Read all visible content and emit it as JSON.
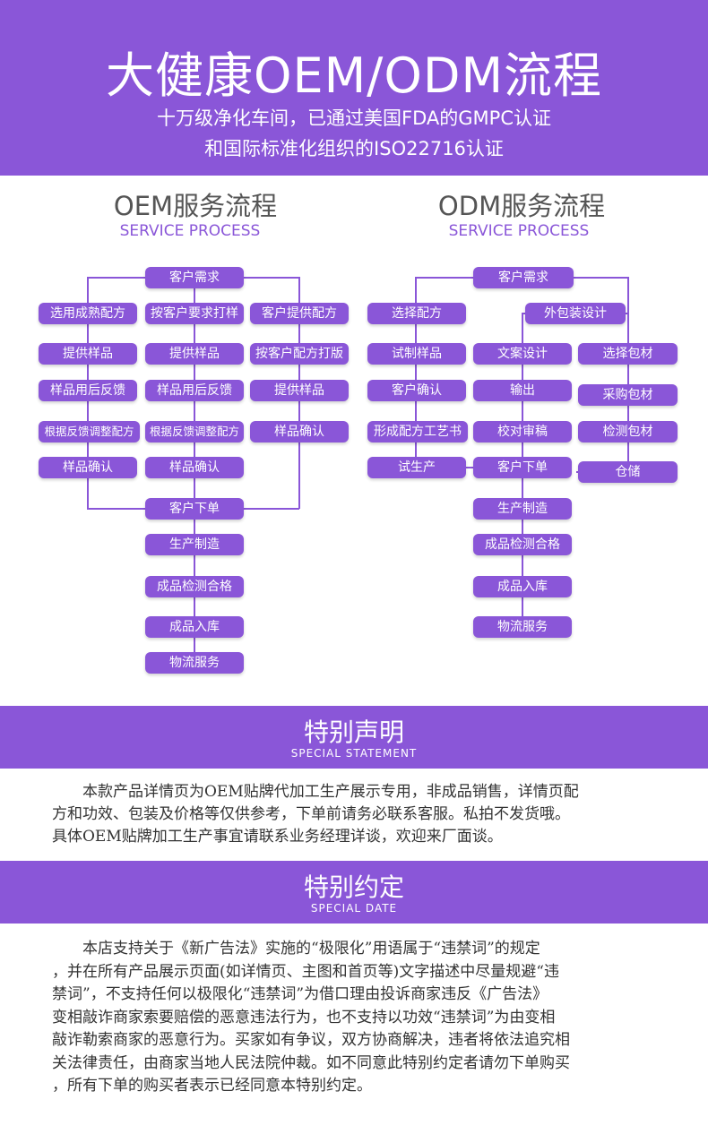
{
  "header": {
    "title": "大健康OEM/ODM流程",
    "subtitle_line1": "十万级净化车间，已通过美国FDA的GMPC认证",
    "subtitle_line2": "和国际标准化组织的ISO22716认证"
  },
  "oem": {
    "title": "OEM服务流程",
    "subtitle": "SERVICE PROCESS",
    "top": "客户需求",
    "col1": [
      "选用成熟配方",
      "提供样品",
      "样品用后反馈",
      "根据反馈调整配方",
      "样品确认"
    ],
    "col2": [
      "按客户要求打样",
      "提供样品",
      "样品用后反馈",
      "根据反馈调整配方",
      "样品确认"
    ],
    "col3": [
      "客户提供配方",
      "按客户配方打版",
      "提供样品",
      "样品确认"
    ],
    "chain": [
      "客户下单",
      "生产制造",
      "成品检测合格",
      "成品入库",
      "物流服务"
    ]
  },
  "odm": {
    "title": "ODM服务流程",
    "subtitle": "SERVICE PROCESS",
    "top": "客户需求",
    "left": [
      "选择配方",
      "试制样品",
      "客户确认",
      "形成配方工艺书",
      "试生产"
    ],
    "pack": "外包装设计",
    "mid": [
      "文案设计",
      "输出",
      "校对审稿"
    ],
    "right": [
      "选择包材",
      "采购包材",
      "检测包材",
      "仓储"
    ],
    "chain": [
      "客户下单",
      "生产制造",
      "成品检测合格",
      "成品入库",
      "物流服务"
    ]
  },
  "statement": {
    "title": "特别声明",
    "subtitle": "SPECIAL STATEMENT",
    "lines": [
      "本款产品详情页为OEM贴牌代加工生产展示专用，非成品销售，详情页配",
      "方和功效、包装及价格等仅供参考，下单前请务必联系客服。私拍不发货哦。",
      "具体OEM贴牌加工生产事宜请联系业务经理详谈，欢迎来厂面谈。"
    ]
  },
  "agreement": {
    "title": "特别约定",
    "subtitle": "SPECIAL DATE",
    "lines": [
      "本店支持关于《新广告法》实施的“极限化”用语属于“违禁词”的规定",
      "，并在所有产品展示页面(如详情页、主图和首页等)文字描述中尽量规避“违",
      "禁词”，不支持任何以极限化“违禁词”为借口理由投诉商家违反《广告法》",
      "变相敲诈商家索要赔偿的恶意违法行为，也不支持以功效“违禁词”为由变相",
      "敲诈勒索商家的恶意行为。买家如有争议，双方协商解决，违者将依法追究相",
      "关法律责任，由商家当地人民法院仲裁。如不同意此特别约定者请勿下单购买",
      "，所有下单的购买者表示已经同意本特别约定。"
    ]
  }
}
